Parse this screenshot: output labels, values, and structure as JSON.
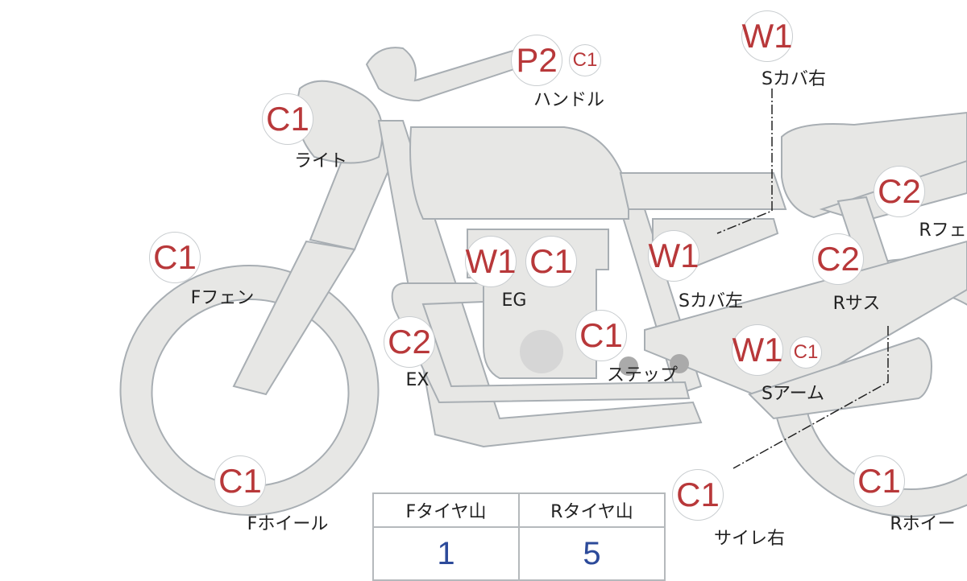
{
  "markers": [
    {
      "id": "handle-p2",
      "code": "P2"
    },
    {
      "id": "handle-c1",
      "code": "C1"
    },
    {
      "id": "scover-right-w1",
      "code": "W1"
    },
    {
      "id": "light-c1",
      "code": "C1"
    },
    {
      "id": "ffender-c1",
      "code": "C1"
    },
    {
      "id": "engine-w1",
      "code": "W1"
    },
    {
      "id": "engine-c1",
      "code": "C1"
    },
    {
      "id": "scover-left-w1",
      "code": "W1"
    },
    {
      "id": "rsus-c2",
      "code": "C2"
    },
    {
      "id": "rfender-c2",
      "code": "C2"
    },
    {
      "id": "exhaust-c2",
      "code": "C2"
    },
    {
      "id": "step-c1",
      "code": "C1"
    },
    {
      "id": "swingarm-w1",
      "code": "W1"
    },
    {
      "id": "swingarm-c1",
      "code": "C1"
    },
    {
      "id": "fwheel-c1",
      "code": "C1"
    },
    {
      "id": "silencer-c1",
      "code": "C1"
    },
    {
      "id": "rwheel-c1",
      "code": "C1"
    }
  ],
  "labels": {
    "handle": "ハンドル",
    "scover_right": "Sカバ右",
    "light": "ライト",
    "ffender": "Fフェン",
    "engine": "EG",
    "scover_left": "Sカバ左",
    "rsus": "Rサス",
    "rfender": "Rフェ",
    "exhaust": "EX",
    "step": "ステップ",
    "swingarm": "Sアーム",
    "fwheel": "Fホイール",
    "silencer": "サイレ右",
    "rwheel": "Rホイー"
  },
  "tire_table": {
    "headers": [
      "Fタイヤ山",
      "Rタイヤ山"
    ],
    "values": [
      "1",
      "5"
    ]
  }
}
